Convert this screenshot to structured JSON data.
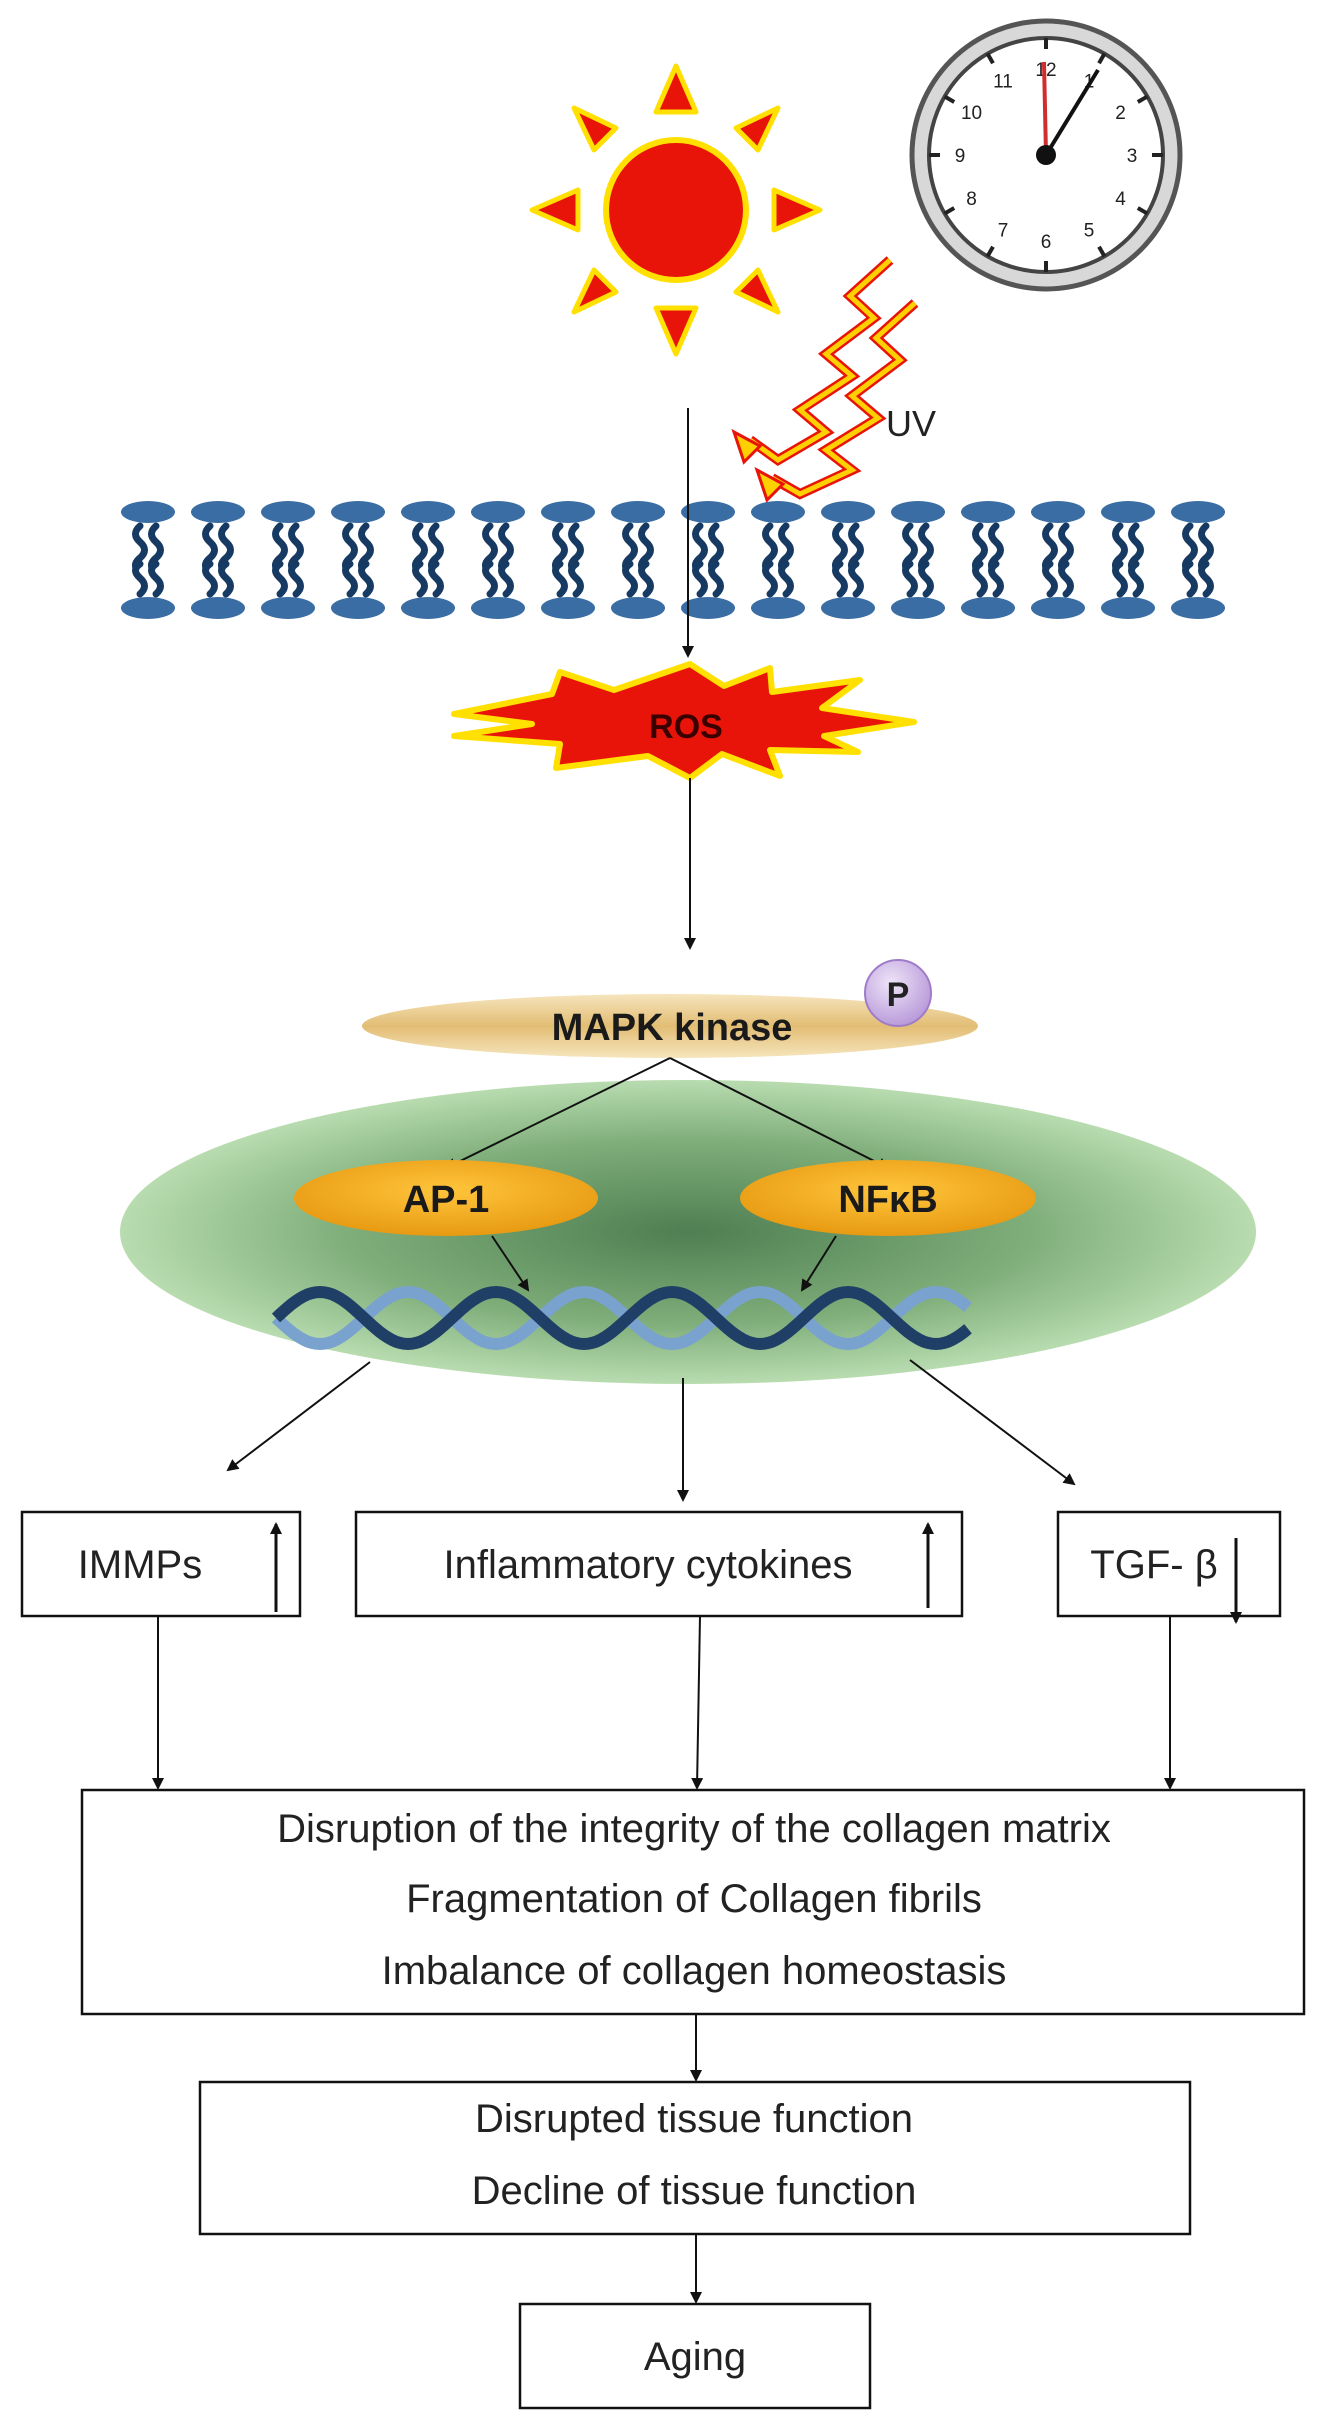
{
  "uv_label": "UV",
  "ros_label": "ROS",
  "mapk_label": "MAPK kinase",
  "phospho_label": "P",
  "ap1_label": "AP-1",
  "nfkb_label": "NFκB",
  "clock": {
    "numbers": [
      "12",
      "1",
      "2",
      "3",
      "4",
      "5",
      "6",
      "7",
      "8",
      "9",
      "10",
      "11"
    ]
  },
  "boxes": {
    "mmps_label": "IMMPs",
    "cytokines_label": "Inflammatory cytokines",
    "tgf_label": "TGF- β",
    "collagen_lines": [
      "Disruption of the integrity of the collagen matrix",
      "Fragmentation of Collagen fibrils",
      "Imbalance of collagen homeostasis"
    ],
    "tissue_lines": [
      "Disrupted tissue function",
      "Decline of tissue function"
    ],
    "aging_label": "Aging"
  },
  "trend": {
    "mmps": "up",
    "cytokines": "up",
    "tgf": "down"
  },
  "colors": {
    "sun_fill": "#e8140a",
    "sun_outline": "#ffe000",
    "membrane": "#1f4e79",
    "membrane_light": "#3f76ad",
    "ros_fill": "#e8140a",
    "ros_outline": "#ffe000",
    "mapk_fill": "#e7c98f",
    "phospho_fill": "#c9b3e0",
    "nucleus_fill": "#8dbb86",
    "tf_fill": "#f2a81d",
    "dna_dark": "#1f3f66",
    "dna_light": "#7aa2cf",
    "clock_hand_second": "#d22d2d"
  }
}
